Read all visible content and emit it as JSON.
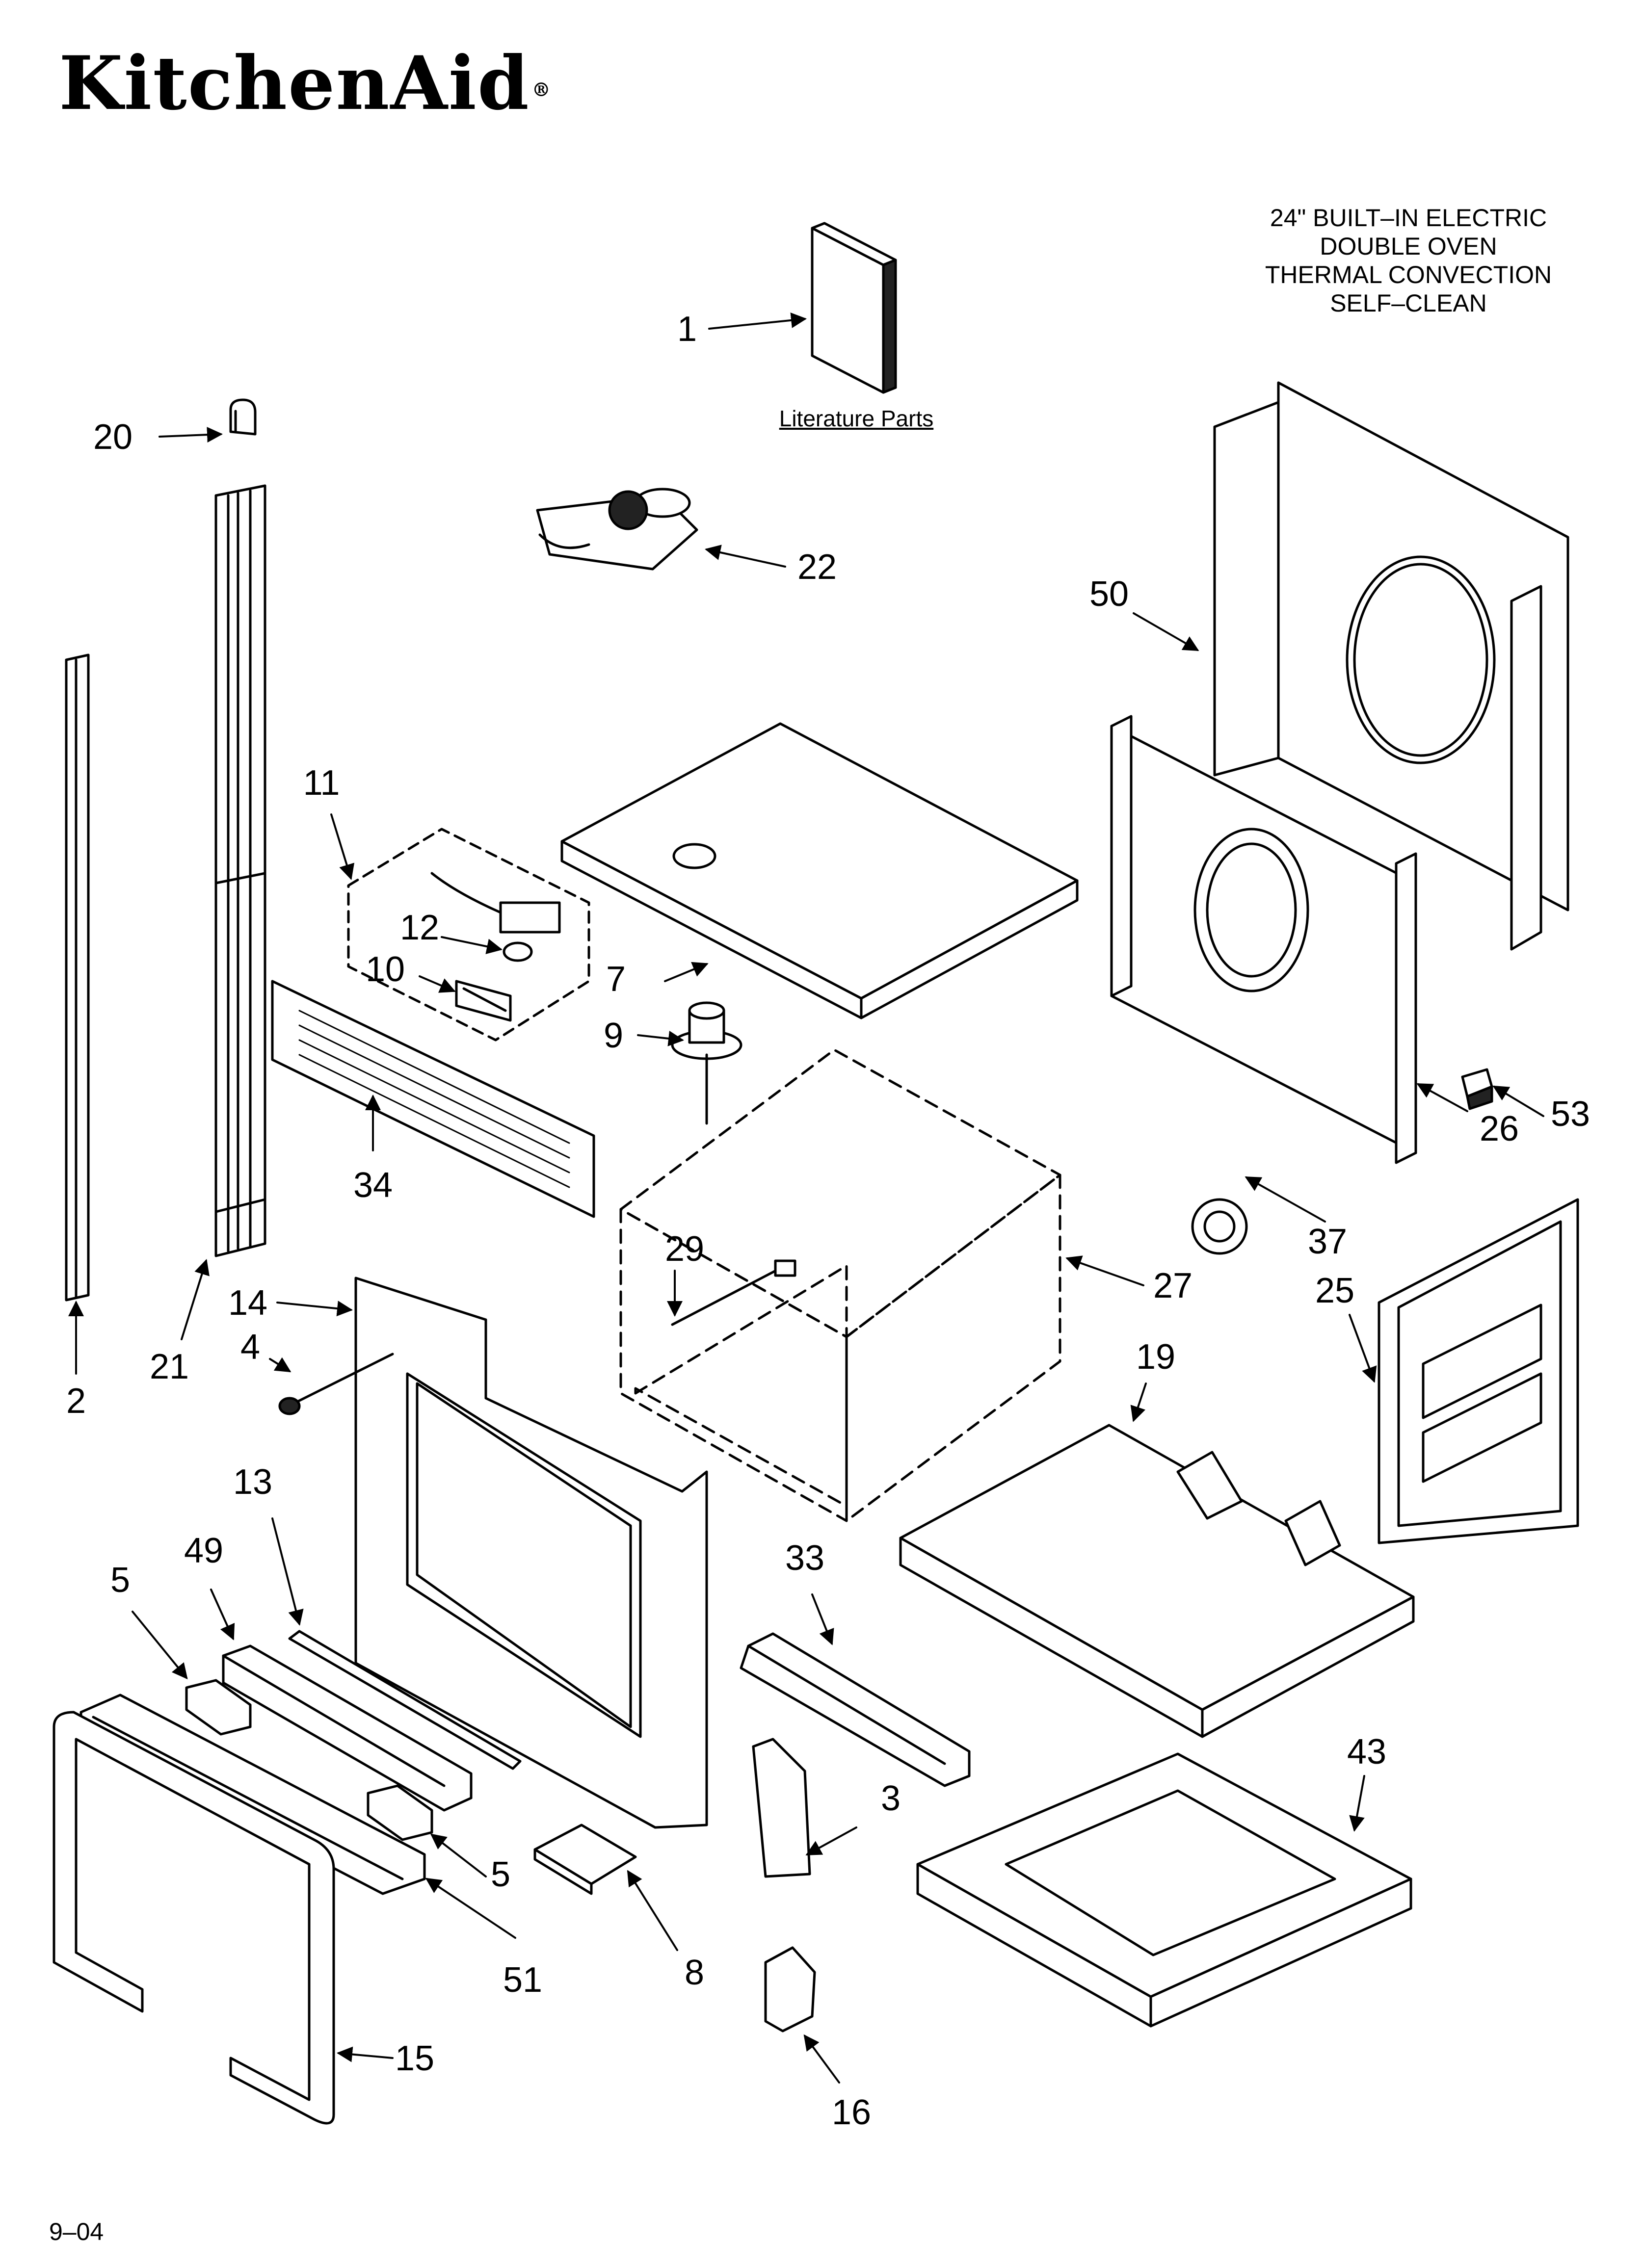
{
  "brand": {
    "name": "KitchenAid",
    "mark": "®"
  },
  "title": [
    "24\" BUILT–IN ELECTRIC",
    "DOUBLE OVEN",
    "THERMAL CONVECTION",
    "SELF–CLEAN"
  ],
  "literature_label": "Literature Parts",
  "footer_date": "9–04",
  "callouts": [
    "1",
    "20",
    "22",
    "50",
    "11",
    "12",
    "10",
    "7",
    "9",
    "34",
    "53",
    "26",
    "37",
    "29",
    "27",
    "25",
    "14",
    "21",
    "4",
    "2",
    "19",
    "13",
    "49",
    "33",
    "5",
    "5",
    "3",
    "43",
    "51",
    "8",
    "15",
    "16"
  ]
}
